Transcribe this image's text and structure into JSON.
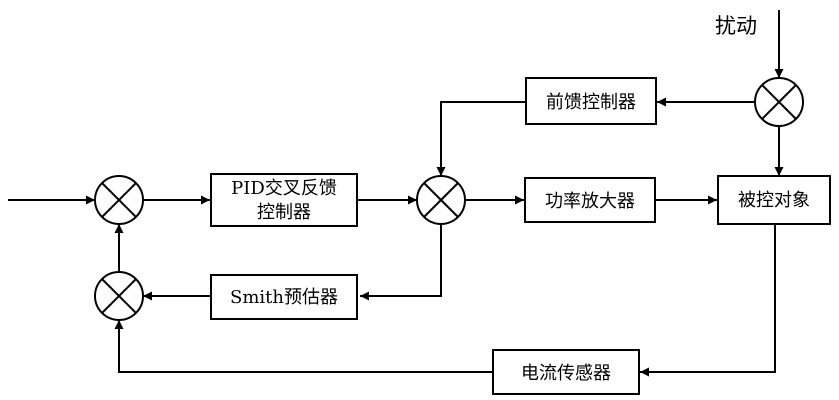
{
  "diagram": {
    "disturbance_label": "扰动",
    "blocks": {
      "pid": {
        "line1": "PID交叉反馈",
        "line2": "控制器"
      },
      "feedforward": "前馈控制器",
      "amplifier": "功率放大器",
      "plant": "被控对象",
      "smith": "Smith预估器",
      "sensor": "电流传感器"
    }
  }
}
